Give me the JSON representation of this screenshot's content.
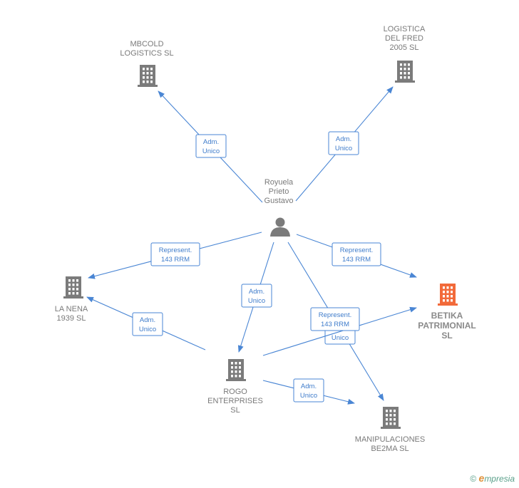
{
  "colors": {
    "edge": "#4a86d4",
    "building": "#7b7b7b",
    "highlight": "#f26a3a",
    "person": "#7b7b7b",
    "label": "#7a7a7a"
  },
  "nodes": [
    {
      "id": "person",
      "kind": "person",
      "lines": [
        "Royuela",
        "Prieto",
        "Gustavo"
      ]
    },
    {
      "id": "mbcold",
      "kind": "company",
      "lines": [
        "MBCOLD",
        "LOGISTICS  SL"
      ]
    },
    {
      "id": "fred",
      "kind": "company",
      "lines": [
        "LOGISTICA",
        "DEL FRED",
        "2005 SL"
      ]
    },
    {
      "id": "nena",
      "kind": "company",
      "lines": [
        "LA NENA",
        "1939  SL"
      ]
    },
    {
      "id": "betika",
      "kind": "company-highlight",
      "lines": [
        "BETIKA",
        "PATRIMONIAL",
        "SL"
      ]
    },
    {
      "id": "rogo",
      "kind": "company",
      "lines": [
        "ROGO",
        "ENTERPRISES",
        "SL"
      ]
    },
    {
      "id": "manip",
      "kind": "company",
      "lines": [
        "MANIPULACIONES",
        "BE2MA  SL"
      ]
    }
  ],
  "edges": [
    {
      "id": "e1",
      "lines": [
        "Adm.",
        "Unico"
      ]
    },
    {
      "id": "e2",
      "lines": [
        "Adm.",
        "Unico"
      ]
    },
    {
      "id": "e3",
      "lines": [
        "Represent.",
        "143 RRM"
      ]
    },
    {
      "id": "e4",
      "lines": [
        "Represent.",
        "143 RRM"
      ]
    },
    {
      "id": "e5",
      "lines": [
        "Adm.",
        "Unico"
      ]
    },
    {
      "id": "e6",
      "lines": [
        "Adm.",
        "Unico"
      ]
    },
    {
      "id": "e7",
      "lines": [
        "Adm.",
        "Unico"
      ]
    },
    {
      "id": "e8",
      "lines": [
        "Adm.",
        "Unico"
      ]
    },
    {
      "id": "e9",
      "lines": [
        "Represent.",
        "143 RRM"
      ]
    }
  ],
  "brand": {
    "copyright": "©",
    "initial": "e",
    "rest": "mpresia"
  }
}
